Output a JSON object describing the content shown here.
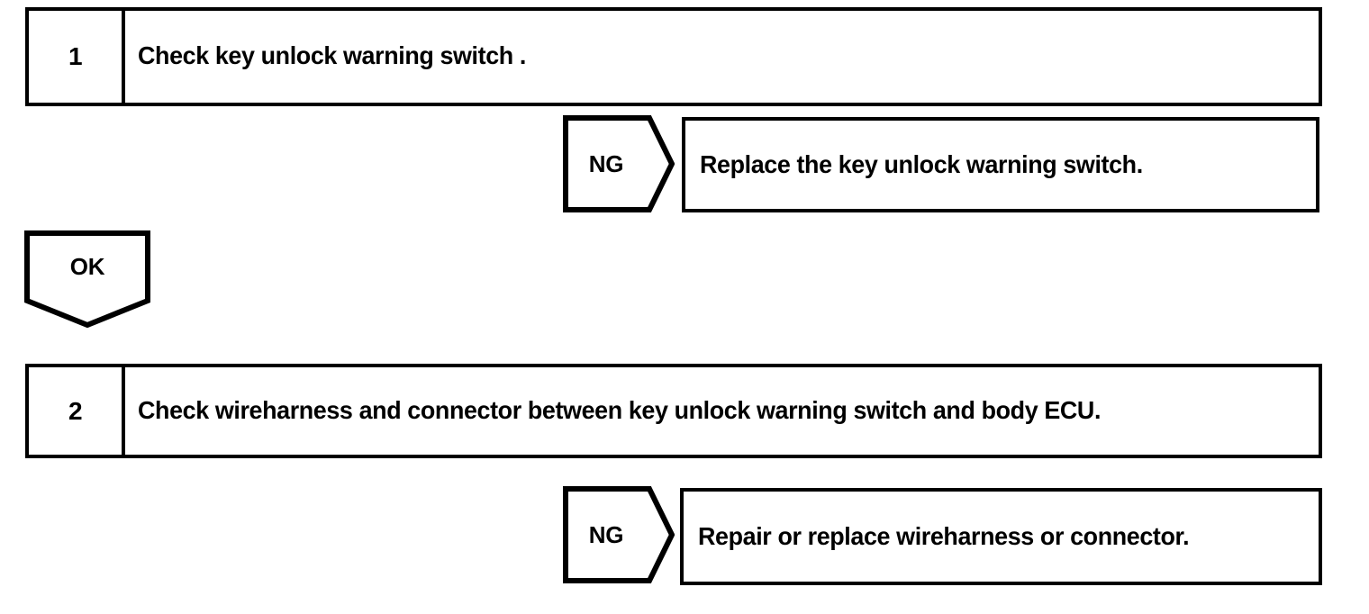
{
  "document": {
    "type": "troubleshooting-flowchart",
    "ink_color": "#000000",
    "background_color": "#ffffff"
  },
  "steps": [
    {
      "number": "1",
      "text": "Check key unlock warning switch .",
      "result_tag": "NG",
      "result_text": "Replace the key unlock warning switch.",
      "pass_tag": "OK"
    },
    {
      "number": "2",
      "text": "Check wireharness and connector between key unlock warning switch and body ECU.",
      "result_tag": "NG",
      "result_text": "Repair or replace wireharness or connector."
    }
  ]
}
